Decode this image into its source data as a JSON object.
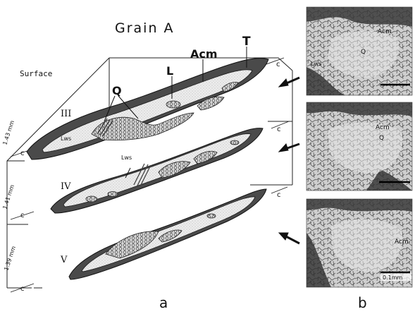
{
  "panel_a": {
    "title": "Grain A",
    "surface_label": "Surface",
    "letter": "a",
    "layer_labels": {
      "T": "T",
      "Acm": "Acm",
      "L": "L",
      "Q": "Q",
      "Lws": "Lws"
    },
    "sections": [
      {
        "roman": "III",
        "depth": "1.43 mm"
      },
      {
        "roman": "IV",
        "depth": "1.41 mm"
      },
      {
        "roman": "V",
        "depth": "1.39 mm"
      }
    ],
    "c_axis": "c"
  },
  "panel_b": {
    "letter": "b",
    "micrographs": [
      {
        "labels": [
          "Acm",
          "Q",
          "Lws"
        ]
      },
      {
        "labels": [
          "Acm",
          "Q"
        ]
      },
      {
        "labels": [
          "Acm"
        ],
        "scale_text": "0.1mm"
      }
    ]
  },
  "colors": {
    "ink": "#111111",
    "dark_rim": "#4a4a4a",
    "light_fill": "#e6e6e6",
    "paper": "#ffffff"
  }
}
